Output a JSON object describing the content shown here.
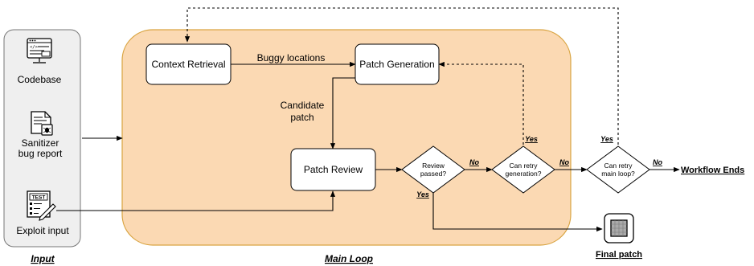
{
  "sections": {
    "input": "Input",
    "main_loop": "Main Loop"
  },
  "inputs": {
    "codebase": "Codebase",
    "sanitizer_line1": "Sanitizer",
    "sanitizer_line2": "bug report",
    "exploit": "Exploit input",
    "test_tag": "TEST"
  },
  "nodes": {
    "context_retrieval": "Context Retrieval",
    "patch_generation": "Patch Generation",
    "patch_review": "Patch Review",
    "review_passed_line1": "Review",
    "review_passed_line2": "passed?",
    "retry_generation_line1": "Can retry",
    "retry_generation_line2": "generation?",
    "retry_main_line1": "Can retry",
    "retry_main_line2": "main loop?"
  },
  "edges": {
    "buggy_locations": "Buggy locations",
    "candidate_line1": "Candidate",
    "candidate_line2": "patch",
    "yes": "Yes",
    "no": "No"
  },
  "outputs": {
    "workflow_ends": "Workflow Ends",
    "final_patch": "Final patch"
  },
  "colors": {
    "main_loop_fill": "#fbd9b3",
    "main_loop_stroke": "#d9a441",
    "input_panel_fill": "#efefef",
    "input_panel_stroke": "#777777"
  }
}
